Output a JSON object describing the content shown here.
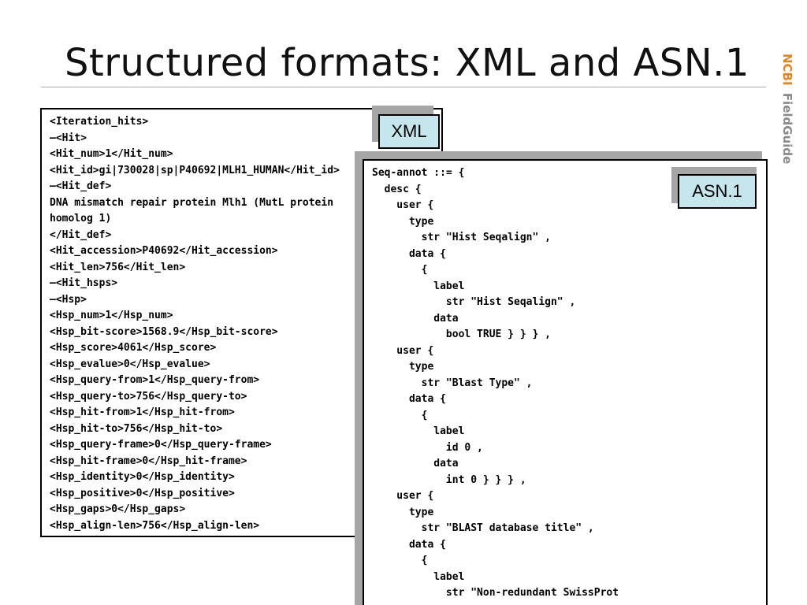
{
  "slide": {
    "title": "Structured formats: XML and ASN.1",
    "brand": {
      "ncbi": "NCBI",
      "fieldguide": "FieldGuide"
    }
  },
  "colors": {
    "brand_orange": "#e8821e",
    "brand_gray": "#8a8a8a",
    "label_fill": "#c5e6ec",
    "shadow": "#a6a6a6"
  },
  "xml_panel": {
    "label": "XML",
    "text": "<Iteration_hits>\n–<Hit>\n<Hit_num>1</Hit_num>\n<Hit_id>gi|730028|sp|P40692|MLH1_HUMAN</Hit_id>\n–<Hit_def>\nDNA mismatch repair protein Mlh1 (MutL protein\nhomolog 1)\n</Hit_def>\n<Hit_accession>P40692</Hit_accession>\n<Hit_len>756</Hit_len>\n–<Hit_hsps>\n–<Hsp>\n<Hsp_num>1</Hsp_num>\n<Hsp_bit-score>1568.9</Hsp_bit-score>\n<Hsp_score>4061</Hsp_score>\n<Hsp_evalue>0</Hsp_evalue>\n<Hsp_query-from>1</Hsp_query-from>\n<Hsp_query-to>756</Hsp_query-to>\n<Hsp_hit-from>1</Hsp_hit-from>\n<Hsp_hit-to>756</Hsp_hit-to>\n<Hsp_query-frame>0</Hsp_query-frame>\n<Hsp_hit-frame>0</Hsp_hit-frame>\n<Hsp_identity>0</Hsp_identity>\n<Hsp_positive>0</Hsp_positive>\n<Hsp_gaps>0</Hsp_gaps>\n<Hsp_align-len>756</Hsp_align-len>"
  },
  "asn_panel": {
    "label": "ASN.1",
    "text": "Seq-annot ::= {\n  desc {\n    user {\n      type\n        str \"Hist Seqalign\" ,\n      data {\n        {\n          label\n            str \"Hist Seqalign\" ,\n          data\n            bool TRUE } } } ,\n    user {\n      type\n        str \"Blast Type\" ,\n      data {\n        {\n          label\n            id 0 ,\n          data\n            int 0 } } } ,\n    user {\n      type\n        str \"BLAST database title\" ,\n      data {\n        {\n          label\n            str \"Non-redundant SwissProt"
  }
}
